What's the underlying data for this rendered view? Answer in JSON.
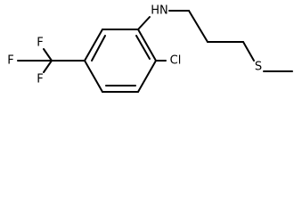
{
  "molecule": {
    "atoms": {
      "nitrogen": "HN",
      "chlorine": "Cl",
      "sulfur": "S",
      "fluorine_1": "F",
      "fluorine_2": "F",
      "fluorine_3": "F"
    },
    "colors": {
      "bond": "#000000",
      "label": "#000000",
      "background": "#ffffff"
    }
  }
}
